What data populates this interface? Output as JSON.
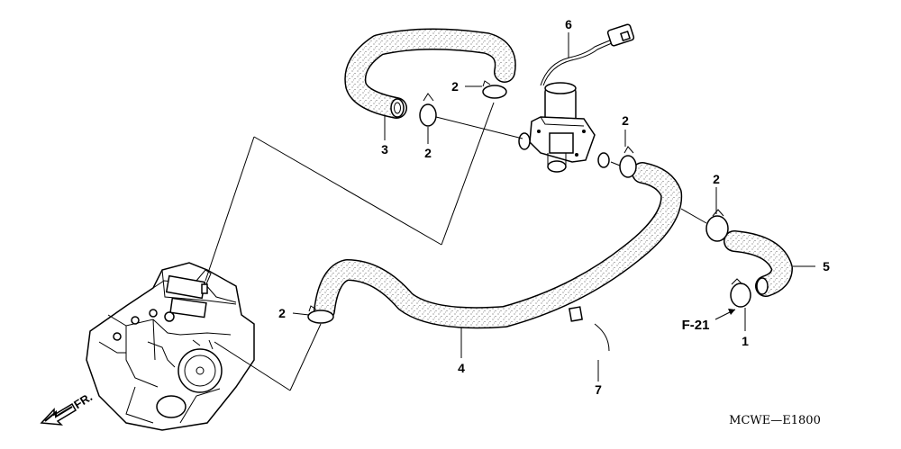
{
  "diagram": {
    "callouts": {
      "c1": "1",
      "c2a": "2",
      "c2b": "2",
      "c2c": "2",
      "c2d": "2",
      "c2e": "2",
      "c3": "3",
      "c4": "4",
      "c5": "5",
      "c6": "6",
      "c7": "7"
    },
    "reference": "F-21",
    "direction_label": "FR.",
    "drawing_code": "MCWE—E1800"
  }
}
